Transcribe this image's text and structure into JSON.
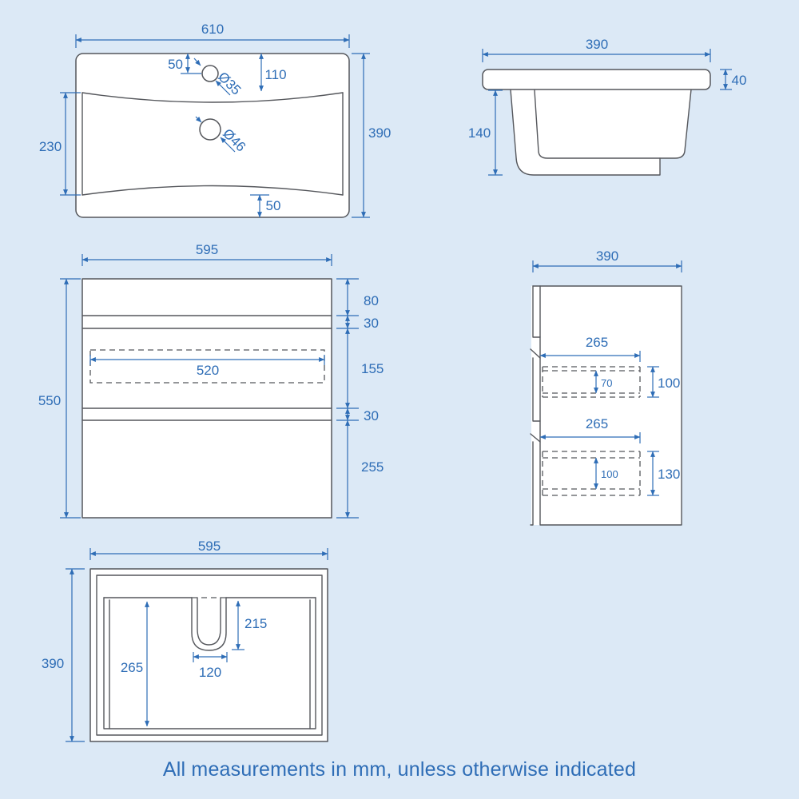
{
  "colors": {
    "background": "#dce9f6",
    "line": "#55575c",
    "dimension": "#2e6db6",
    "paper": "#ffffff"
  },
  "footer": {
    "note": "All measurements in mm, unless otherwise indicated"
  },
  "views": {
    "basin_top": {
      "title": "basin top view",
      "dims": {
        "width": "610",
        "height": "390",
        "tap_offset": "50",
        "tap_inset": "110",
        "tap_hole": "Ø35",
        "waste_hole": "Ø46",
        "bowl_depth": "230",
        "bottom_margin": "50"
      }
    },
    "basin_side": {
      "title": "basin side view",
      "dims": {
        "width": "390",
        "rim_thickness": "40",
        "bowl_depth": "140"
      }
    },
    "cabinet_front": {
      "title": "cabinet front view",
      "dims": {
        "width": "595",
        "height": "550",
        "top_panel": "80",
        "gap_upper": "30",
        "drawer_upper": "155",
        "gap_lower": "30",
        "drawer_lower": "255",
        "recess_width": "520"
      }
    },
    "cabinet_side": {
      "title": "cabinet side view",
      "dims": {
        "width": "390",
        "drawer_upper_depth": "265",
        "drawer_upper_inner": "70",
        "drawer_upper_height": "100",
        "drawer_lower_depth": "265",
        "drawer_lower_inner": "100",
        "drawer_lower_height": "130"
      }
    },
    "cabinet_plan": {
      "title": "cabinet plan view",
      "dims": {
        "width": "595",
        "depth": "390",
        "cutout_depth": "215",
        "cutout_width": "120",
        "inner_depth": "265"
      }
    }
  }
}
